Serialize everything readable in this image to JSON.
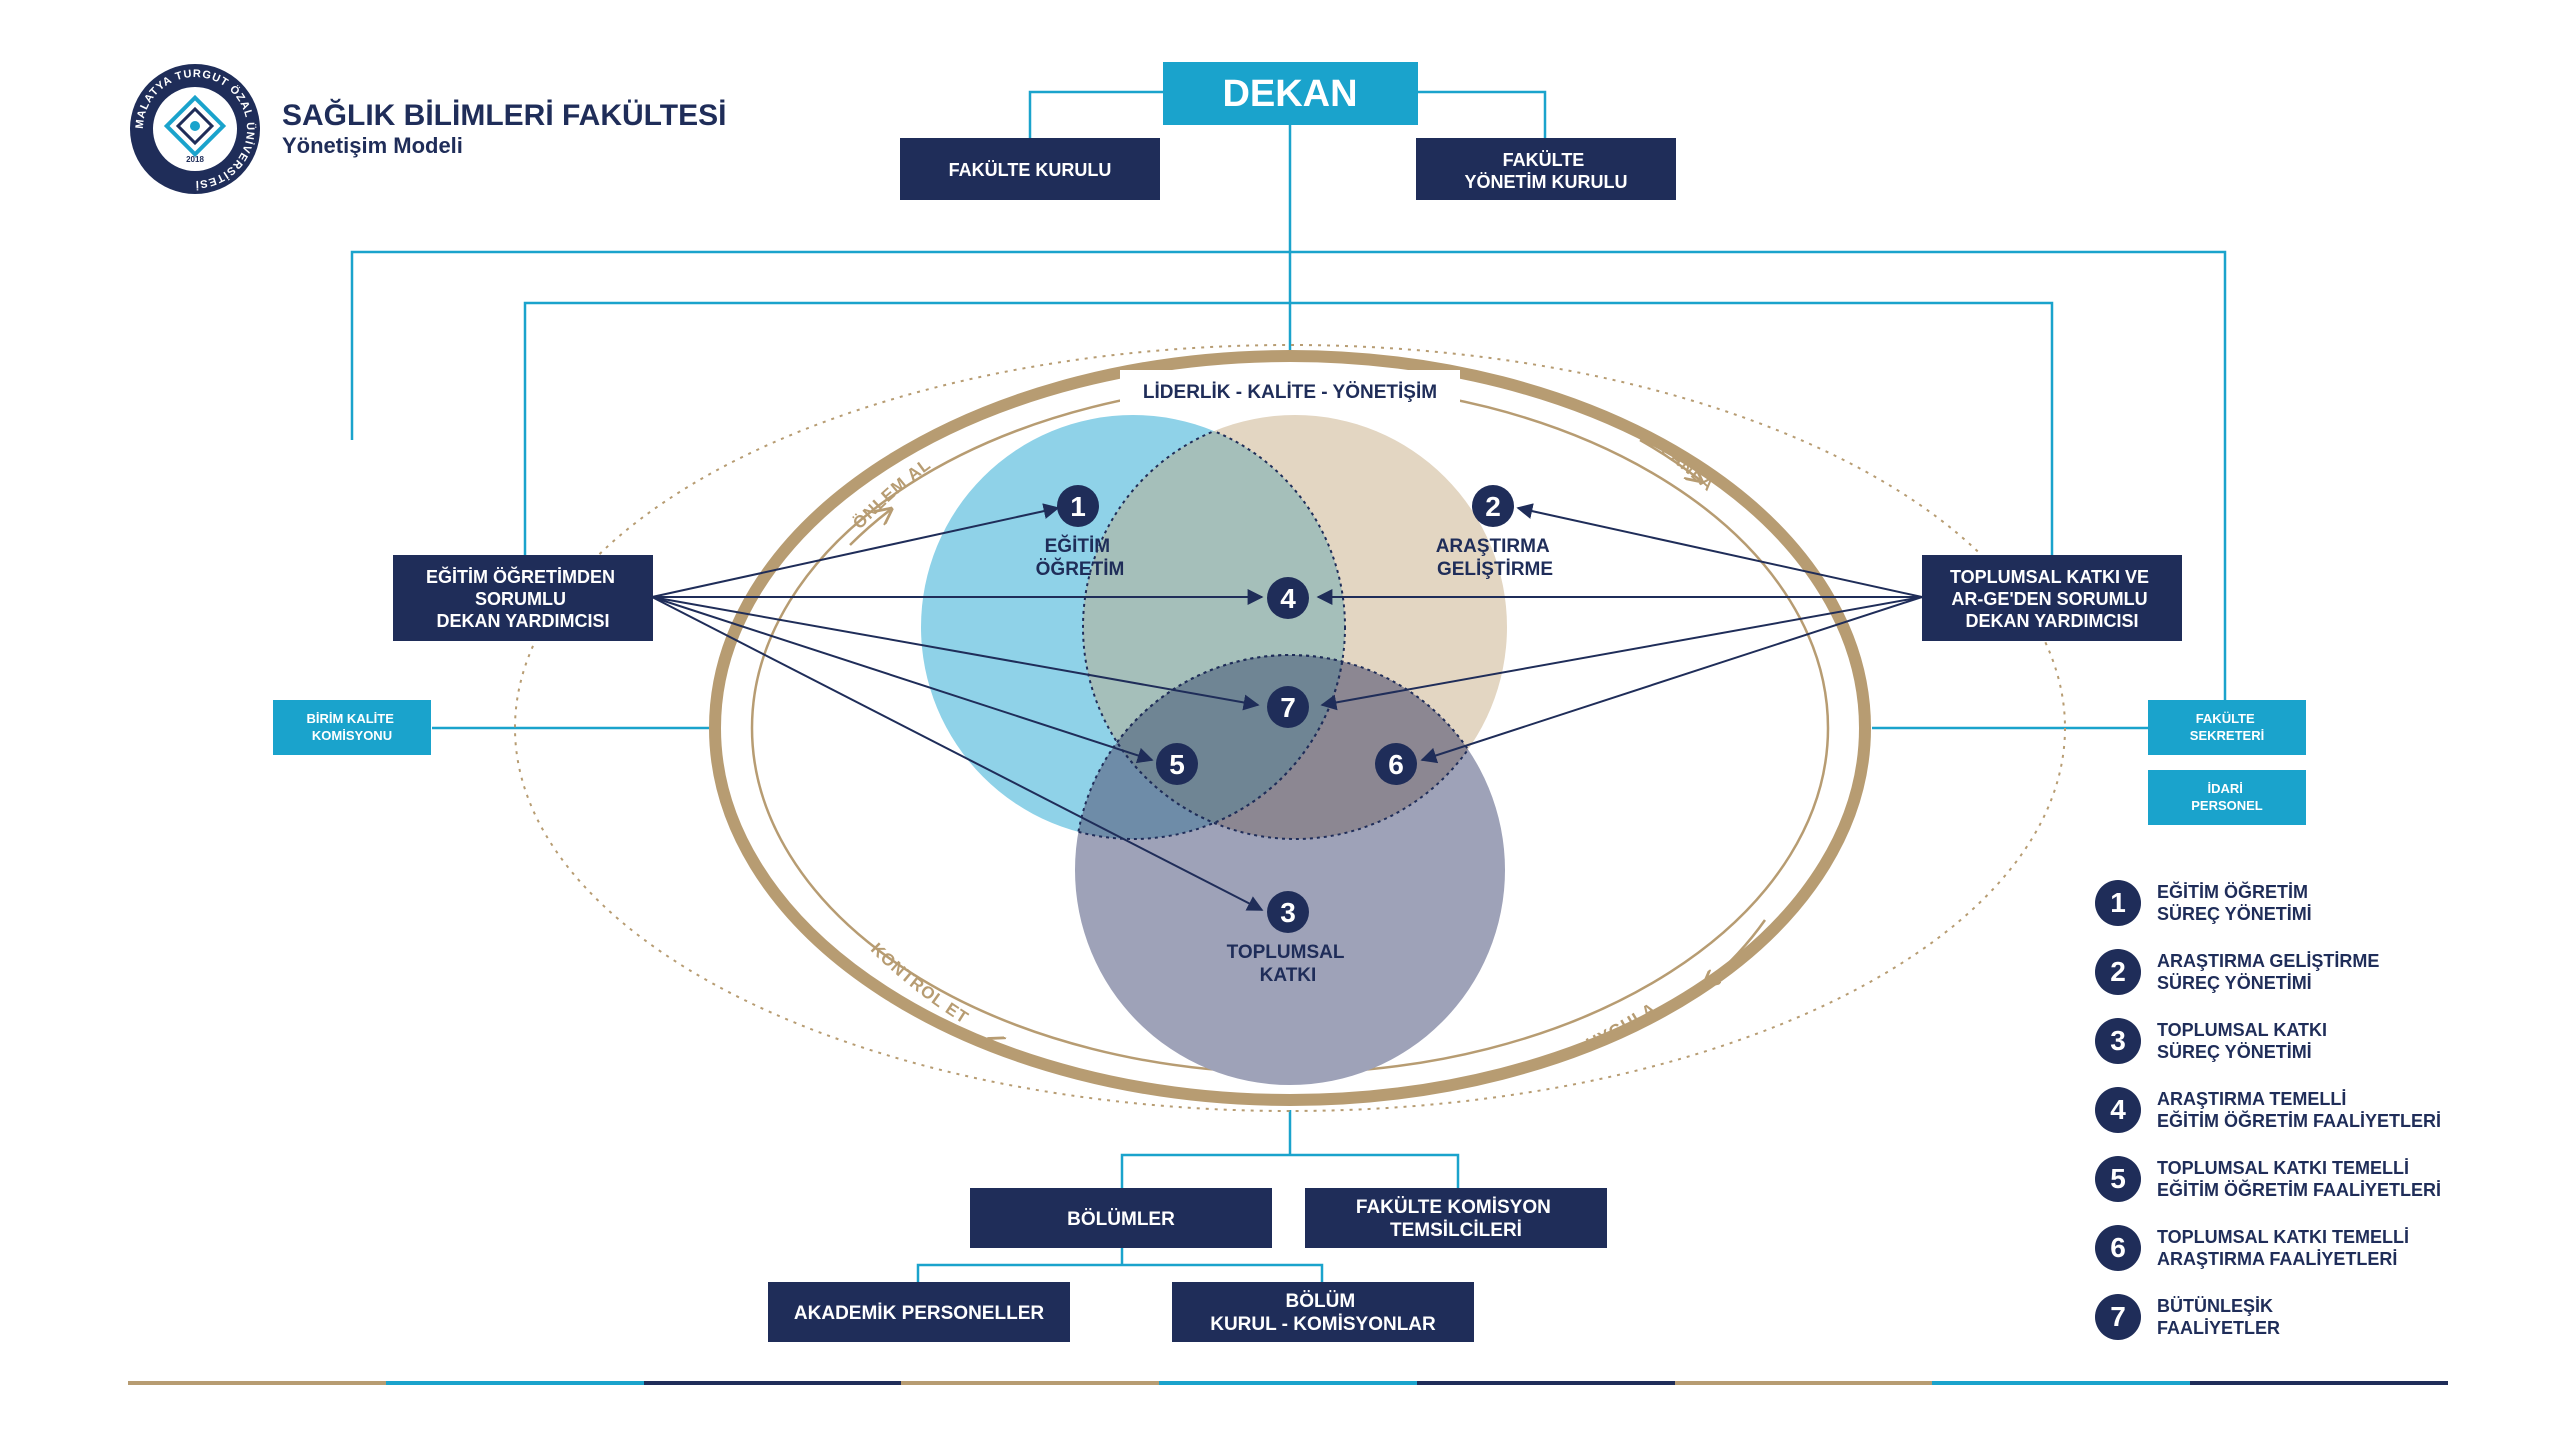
{
  "header": {
    "title": "SAĞLIK BİLİMLERİ FAKÜLTESİ",
    "subtitle": "Yönetişim Modeli",
    "logo_ring_text": "MALATYA TURGUT ÖZAL ÜNİVERSİTESİ",
    "logo_year": "2018"
  },
  "boxes": {
    "dekan": "DEKAN",
    "fakulte_kurulu": "FAKÜLTE KURULU",
    "fakulte_yonetim_kurulu": [
      "FAKÜLTE",
      "YÖNETİM KURULU"
    ],
    "egitim_dekan_yrd": [
      "EĞİTİM ÖĞRETİMDEN",
      "SORUMLU",
      "DEKAN YARDIMCISI"
    ],
    "toplumsal_dekan_yrd": [
      "TOPLUMSAL KATKI VE",
      "AR-GE'DEN SORUMLU",
      "DEKAN YARDIMCISI"
    ],
    "birim_kalite": [
      "BİRİM KALİTE",
      "KOMİSYONU"
    ],
    "fakulte_sekreteri": [
      "FAKÜLTE",
      "SEKRETERİ"
    ],
    "idari_personel": [
      "İDARİ",
      "PERSONEL"
    ],
    "bolumler": "BÖLÜMLER",
    "fakulte_komisyon": [
      "FAKÜLTE KOMİSYON",
      "TEMSİLCİLERİ"
    ],
    "akademik_personeller": "AKADEMİK PERSONELLER",
    "bolum_kurul": [
      "BÖLÜM",
      "KURUL - KOMİSYONLAR"
    ]
  },
  "cycle": {
    "top_label": "LİDERLİK - KALİTE - YÖNETİŞİM",
    "onlem_al": "ÖNLEM AL",
    "planla": "PLANLA",
    "kontrol_et": "KONTROL ET",
    "uygula": "UYGULA"
  },
  "circles": {
    "c1": {
      "num": "1",
      "label": [
        "EĞİTİM",
        "ÖĞRETİM"
      ]
    },
    "c2": {
      "num": "2",
      "label": [
        "ARAŞTIRMA",
        "GELİŞTİRME"
      ]
    },
    "c3": {
      "num": "3",
      "label": [
        "TOPLUMSAL",
        "KATKI"
      ]
    },
    "n4": "4",
    "n5": "5",
    "n6": "6",
    "n7": "7"
  },
  "legend": [
    {
      "num": "1",
      "text": "EĞİTİM ÖĞRETİM\nSÜREÇ YÖNETİMİ"
    },
    {
      "num": "2",
      "text": "ARAŞTIRMA GELİŞTİRME\nSÜREÇ YÖNETİMİ"
    },
    {
      "num": "3",
      "text": "TOPLUMSAL KATKI\nSÜREÇ YÖNETİMİ"
    },
    {
      "num": "4",
      "text": "ARAŞTIRMA TEMELLİ\nEĞİTİM ÖĞRETİM FAALİYETLERİ"
    },
    {
      "num": "5",
      "text": "TOPLUMSAL KATKI TEMELLİ\nEĞİTİM ÖĞRETİM FAALİYETLERİ"
    },
    {
      "num": "6",
      "text": "TOPLUMSAL KATKI TEMELLİ\nARAŞTIRMA FAALİYETLERİ"
    },
    {
      "num": "7",
      "text": "BÜTÜNLEŞİK\nFAALİYETLER"
    }
  ],
  "colors": {
    "navy": "#1f2d59",
    "cyan": "#1aa3cc",
    "gold": "#b79c72",
    "circle1": "#8fd2e8",
    "circle2": "#e3d6c2",
    "circle3": "#9ea2b8"
  }
}
